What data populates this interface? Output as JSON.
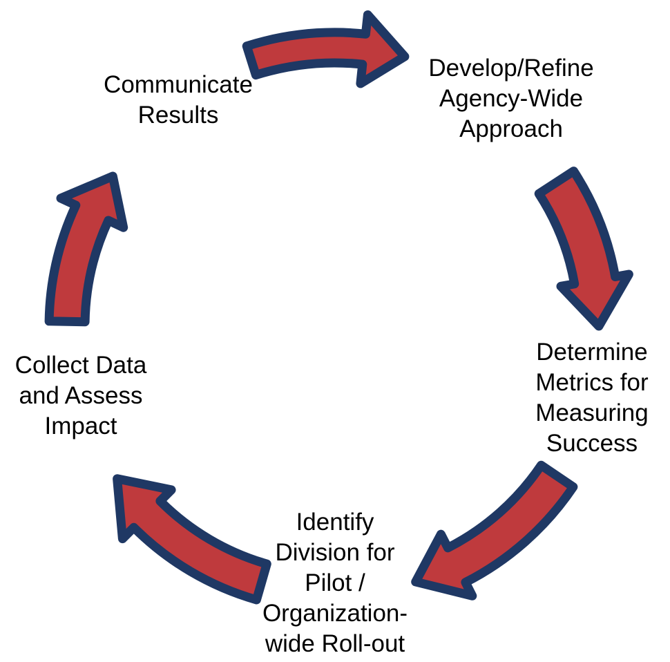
{
  "diagram": {
    "type": "cycle",
    "direction": "clockwise",
    "colors": {
      "background": "#ffffff",
      "arrow_fill": "#bf3a3d",
      "arrow_outline": "#1f3864",
      "text": "#000000"
    },
    "nodes": [
      {
        "id": "communicate-results",
        "label": "Communicate\nResults"
      },
      {
        "id": "develop-refine",
        "label": "Develop/Refine\nAgency-Wide\nApproach"
      },
      {
        "id": "determine-metrics",
        "label": "Determine\nMetrics for\nMeasuring\nSuccess"
      },
      {
        "id": "identify-division",
        "label": "Identify\nDivision for\nPilot /\nOrganization-\nwide Roll-out"
      },
      {
        "id": "collect-data",
        "label": "Collect Data\nand Assess\nImpact"
      }
    ],
    "edges": [
      {
        "from": "communicate-results",
        "to": "develop-refine"
      },
      {
        "from": "develop-refine",
        "to": "determine-metrics"
      },
      {
        "from": "determine-metrics",
        "to": "identify-division"
      },
      {
        "from": "identify-division",
        "to": "collect-data"
      },
      {
        "from": "collect-data",
        "to": "communicate-results"
      }
    ]
  }
}
